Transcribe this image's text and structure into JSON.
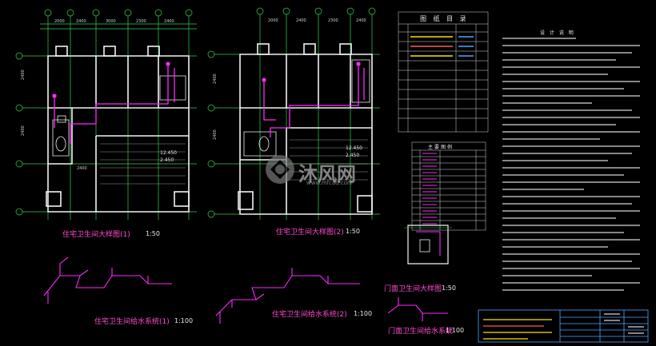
{
  "drawings": {
    "plan1": {
      "title": "住宅卫生间大样图(1)",
      "scale": "1:50"
    },
    "plan2": {
      "title": "住宅卫生间大样图(2)",
      "scale": "1:50"
    },
    "sys1": {
      "title": "住宅卫生间给水系统(1)",
      "scale": "1:100"
    },
    "sys2": {
      "title": "住宅卫生间给水系统(2)",
      "scale": "1:100"
    },
    "door_plan": {
      "title": "门面卫生间大样图",
      "scale": "1:50"
    },
    "door_sys": {
      "title": "门面卫生间给水系统",
      "scale": "1:100"
    }
  },
  "index_table": {
    "header": "图 纸 目 录"
  },
  "legend_table": {
    "header": "主要图例"
  },
  "notes": {
    "header": "设 计 说 明"
  },
  "elevations": {
    "plan1": [
      "12.450",
      "2.450"
    ],
    "plan2": [
      "12.450",
      "2.450"
    ]
  },
  "watermark": {
    "name": "沐风网",
    "url": "www.mfcad.com"
  },
  "colors": {
    "background": "#000000",
    "wall": "#f2f2f2",
    "axis": "#35d14a",
    "pipe": "#ff28ff",
    "title": "#ff4bd0",
    "frame": "#4aa8ff"
  }
}
